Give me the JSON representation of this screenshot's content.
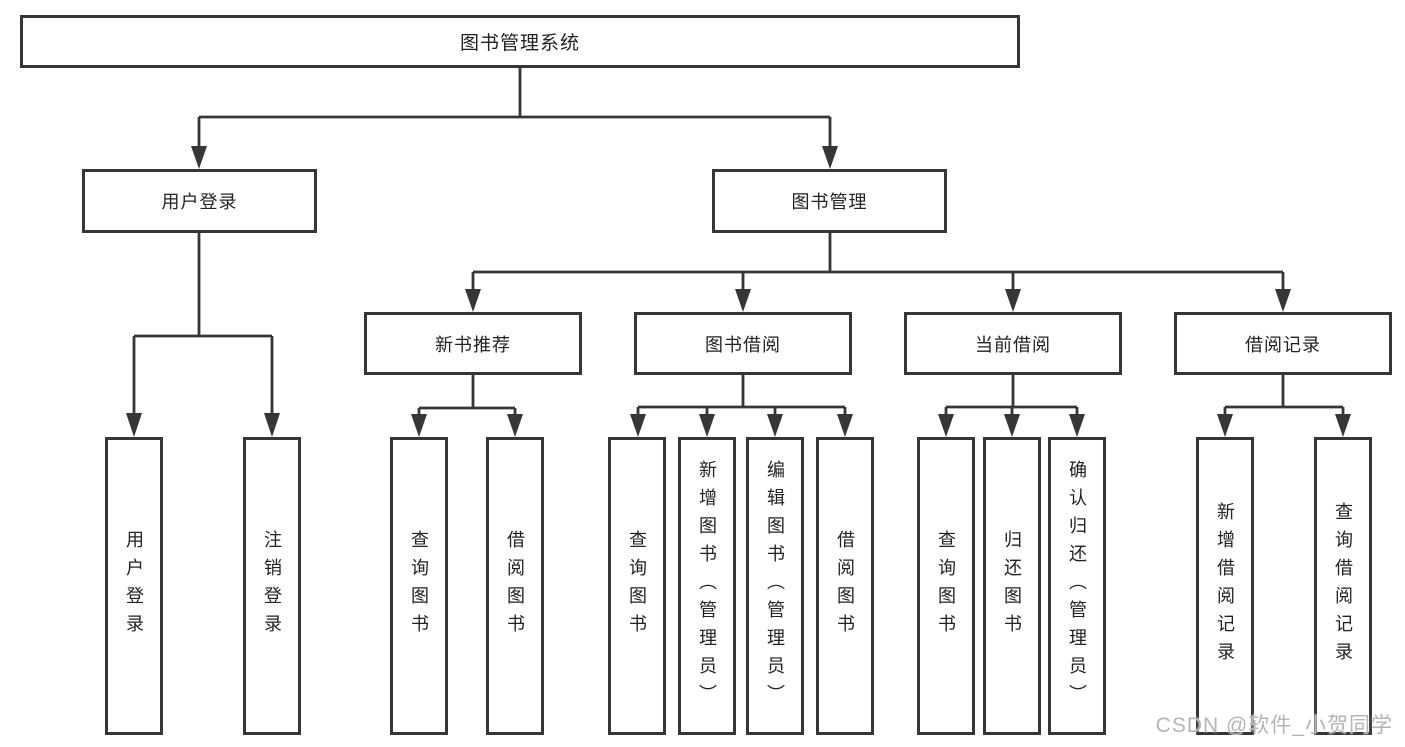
{
  "diagram_title": "图书管理系统",
  "tree": {
    "root": "图书管理系统",
    "branches": [
      {
        "label": "用户登录",
        "leaves": [
          "用户登录",
          "注销登录"
        ]
      },
      {
        "label": "图书管理",
        "groups": [
          {
            "label": "新书推荐",
            "leaves": [
              "查询图书",
              "借阅图书"
            ]
          },
          {
            "label": "图书借阅",
            "leaves": [
              "查询图书",
              "新增图书（管理员）",
              "编辑图书（管理员）",
              "借阅图书"
            ]
          },
          {
            "label": "当前借阅",
            "leaves": [
              "查询图书",
              "归还图书",
              "确认归还（管理员）"
            ]
          },
          {
            "label": "借阅记录",
            "leaves": [
              "新增借阅记录",
              "查询借阅记录"
            ]
          }
        ]
      }
    ]
  },
  "watermark": {
    "text": "CSDN @软件_小贺同学",
    "color": "#b5b5b5"
  },
  "colors": {
    "box_border": "#363636",
    "connector_line": "#363636",
    "box_fill": "#ffffff",
    "text": "#222222",
    "background": "#ffffff"
  }
}
